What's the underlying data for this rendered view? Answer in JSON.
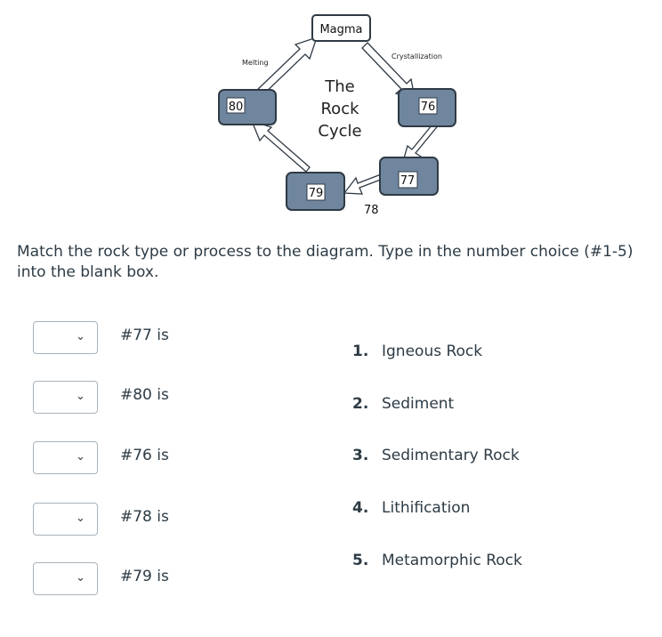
{
  "diagram": {
    "magma": "Magma",
    "melting": "Melting",
    "crystallization": "Crystallization",
    "center_line1": "The",
    "center_line2": "Rock",
    "center_line3": "Cycle",
    "box_80": "80",
    "box_76": "76",
    "box_77": "77",
    "box_79": "79",
    "label_78": "78"
  },
  "instructions": "Match the rock type or process to the diagram.  Type in the number choice (#1-5) into the blank box.",
  "rows": [
    {
      "label": "#77 is",
      "value": ""
    },
    {
      "label": "#80 is",
      "value": ""
    },
    {
      "label": "#76 is",
      "value": ""
    },
    {
      "label": "#78 is",
      "value": ""
    },
    {
      "label": "#79 is",
      "value": ""
    }
  ],
  "options": [
    {
      "num": "1.",
      "text": "Igneous Rock"
    },
    {
      "num": "2.",
      "text": "Sediment"
    },
    {
      "num": "3.",
      "text": "Sedimentary Rock"
    },
    {
      "num": "4.",
      "text": "Lithification"
    },
    {
      "num": "5.",
      "text": "Metamorphic Rock"
    }
  ],
  "icons": {
    "dropdown": "chevron-down-icon"
  }
}
